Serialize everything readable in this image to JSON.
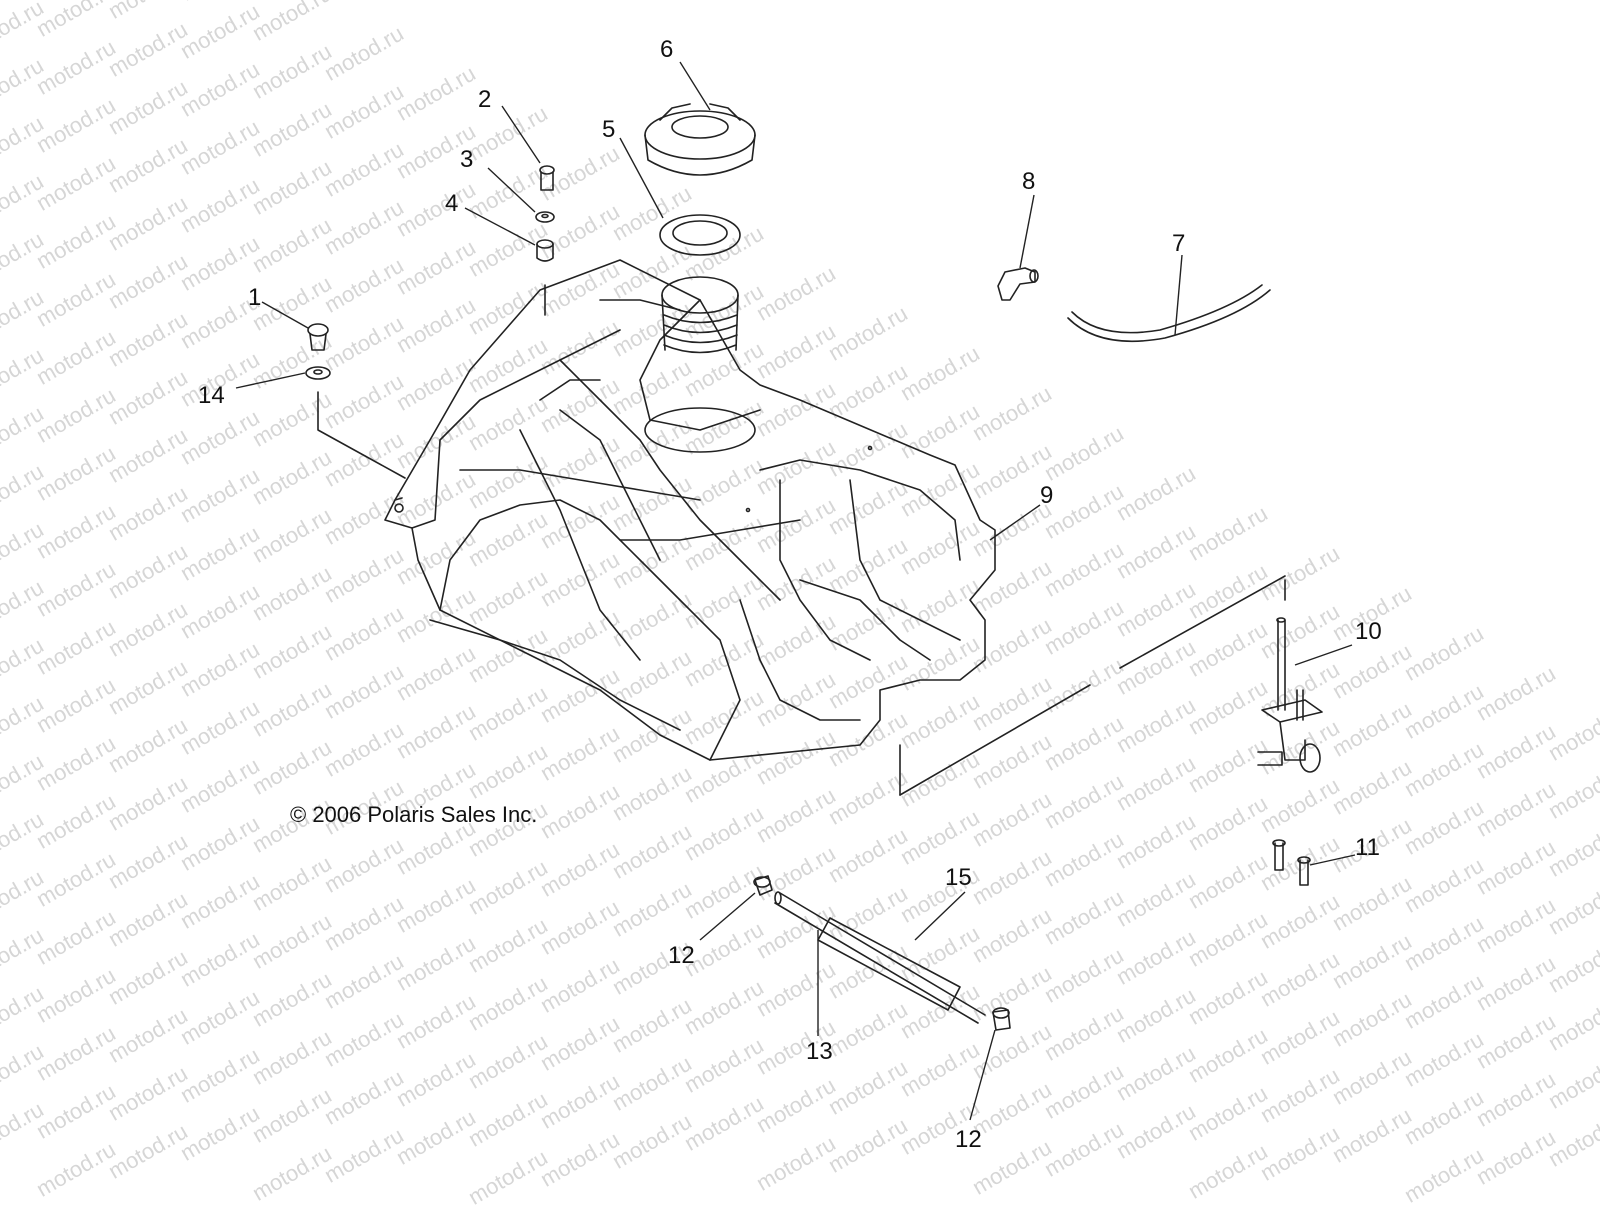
{
  "watermark": {
    "text": "motod.ru",
    "color": "#d6d6d6"
  },
  "copyright": "© 2006 Polaris Sales Inc.",
  "callouts": [
    "1",
    "2",
    "3",
    "4",
    "5",
    "6",
    "7",
    "8",
    "9",
    "10",
    "11",
    "12",
    "12",
    "13",
    "14",
    "15"
  ],
  "colors": {
    "line": "#222222",
    "background": "#ffffff"
  }
}
